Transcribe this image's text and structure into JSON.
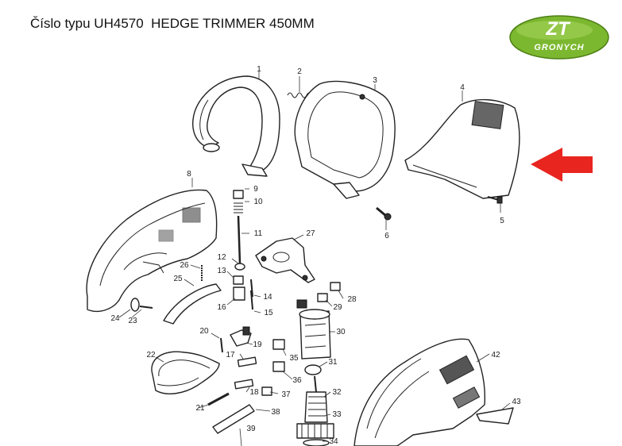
{
  "title": "Číslo typu UH4570  HEDGE TRIMMER 450MM",
  "logo": {
    "line1": "ZT",
    "line2": "GRONYCH",
    "color": "#7cb82f"
  },
  "arrow_color": "#e8251f",
  "callouts": [
    "1",
    "2",
    "3",
    "4",
    "5",
    "6",
    "8",
    "9",
    "10",
    "11",
    "12",
    "13",
    "14",
    "15",
    "16",
    "17",
    "18",
    "19",
    "20",
    "21",
    "22",
    "23",
    "24",
    "25",
    "26",
    "27",
    "28",
    "29",
    "30",
    "31",
    "32",
    "33",
    "34",
    "35",
    "36",
    "37",
    "38",
    "39",
    "42",
    "43"
  ]
}
